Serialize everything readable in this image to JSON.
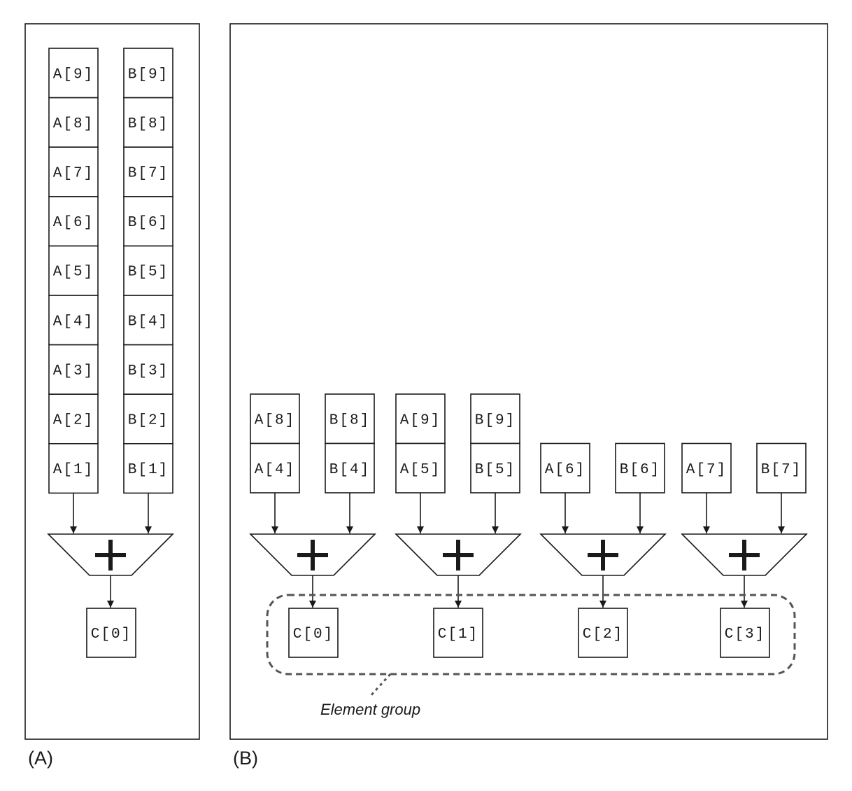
{
  "panel_a": {
    "label": "(A)",
    "stack_a": [
      "A[9]",
      "A[8]",
      "A[7]",
      "A[6]",
      "A[5]",
      "A[4]",
      "A[3]",
      "A[2]",
      "A[1]"
    ],
    "stack_b": [
      "B[9]",
      "B[8]",
      "B[7]",
      "B[6]",
      "B[5]",
      "B[4]",
      "B[3]",
      "B[2]",
      "B[1]"
    ],
    "operator": "+",
    "output": "C[0]"
  },
  "panel_b": {
    "label": "(B)",
    "lanes": [
      {
        "a": [
          "A[8]",
          "A[4]"
        ],
        "b": [
          "B[8]",
          "B[4]"
        ],
        "out": "C[0]"
      },
      {
        "a": [
          "A[9]",
          "A[5]"
        ],
        "b": [
          "B[9]",
          "B[5]"
        ],
        "out": "C[1]"
      },
      {
        "a": [
          "A[6]"
        ],
        "b": [
          "B[6]"
        ],
        "out": "C[2]"
      },
      {
        "a": [
          "A[7]"
        ],
        "b": [
          "B[7]"
        ],
        "out": "C[3]"
      }
    ],
    "operator": "+",
    "group_label": "Element group"
  }
}
